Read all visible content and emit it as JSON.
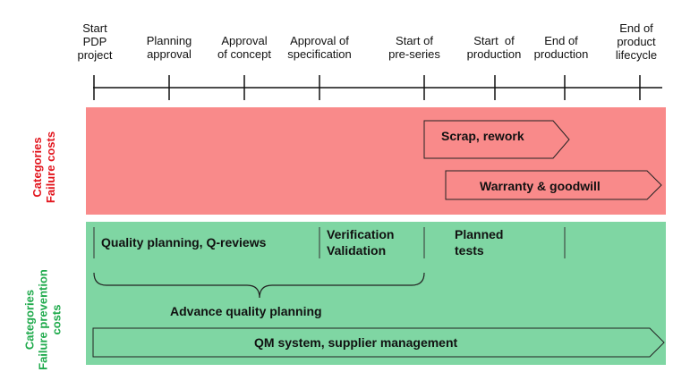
{
  "milestones": [
    {
      "lines": [
        "Start",
        "PDP",
        "project"
      ]
    },
    {
      "lines": [
        "Planning",
        "approval"
      ]
    },
    {
      "lines": [
        "Approval",
        "of concept"
      ]
    },
    {
      "lines": [
        "Approval of",
        "specification"
      ]
    },
    {
      "lines": [
        "Start of",
        "pre-series"
      ]
    },
    {
      "lines": [
        "Start  of",
        "production"
      ]
    },
    {
      "lines": [
        "End of",
        "production"
      ]
    },
    {
      "lines": [
        "End of",
        "product",
        "lifecycle"
      ]
    }
  ],
  "failure_costs": {
    "side_label": [
      "Categories",
      "Failure costs"
    ],
    "scrap_rework": "Scrap, rework",
    "warranty_goodwill": "Warranty & goodwill"
  },
  "prevention_costs": {
    "side_label": [
      "Categories",
      "Failure prevention",
      "costs"
    ],
    "quality_planning": "Quality planning, Q-reviews",
    "verification": [
      "Verification",
      "Validation"
    ],
    "planned_tests": [
      "Planned",
      "tests"
    ],
    "advance_quality_planning": "Advance quality planning",
    "qm_system": "QM system, supplier management"
  },
  "colors": {
    "failure_band": "#f98a8a",
    "prevention_band": "#7fd6a3",
    "failure_label": "#e2151d",
    "prevention_label": "#1faa4c"
  }
}
